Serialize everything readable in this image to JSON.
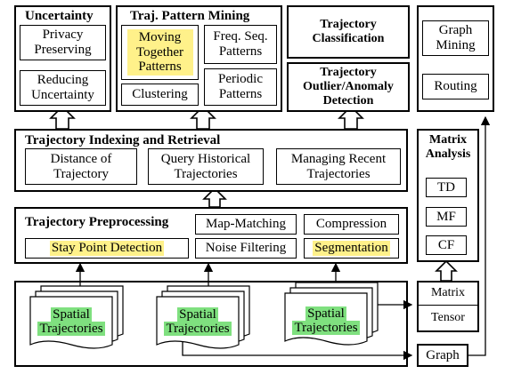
{
  "uncertainty": {
    "title": "Uncertainty",
    "privacy": "Privacy Preserving",
    "reducing": "Reducing Uncertainty"
  },
  "pattern_mining": {
    "title": "Traj. Pattern Mining",
    "moving_together": "Moving Together Patterns",
    "freq_seq": "Freq. Seq. Patterns",
    "clustering": "Clustering",
    "periodic": "Periodic Patterns"
  },
  "classification": {
    "title": "Trajectory Classification"
  },
  "outlier": {
    "title": "Trajectory Outlier/Anomaly Detection"
  },
  "graph_group": {
    "mining": "Graph Mining",
    "routing": "Routing"
  },
  "indexing": {
    "title": "Trajectory Indexing and Retrieval",
    "distance": "Distance of Trajectory",
    "query": "Query Historical Trajectories",
    "managing": "Managing Recent Trajectories"
  },
  "matrix_analysis": {
    "title": "Matrix Analysis",
    "td": "TD",
    "mf": "MF",
    "cf": "CF"
  },
  "preprocessing": {
    "title": "Trajectory Preprocessing",
    "map_matching": "Map-Matching",
    "compression": "Compression",
    "stay_point": "Stay Point Detection",
    "noise": "Noise Filtering",
    "segmentation": "Segmentation"
  },
  "data_layer": {
    "spatial": "Spatial",
    "trajectories": "Trajectories"
  },
  "matrix_tensor": {
    "matrix": "Matrix",
    "tensor": "Tensor"
  },
  "graph": {
    "label": "Graph"
  },
  "colors": {
    "yellow_highlight": "#fff18a",
    "green_highlight": "#7fe07f"
  }
}
